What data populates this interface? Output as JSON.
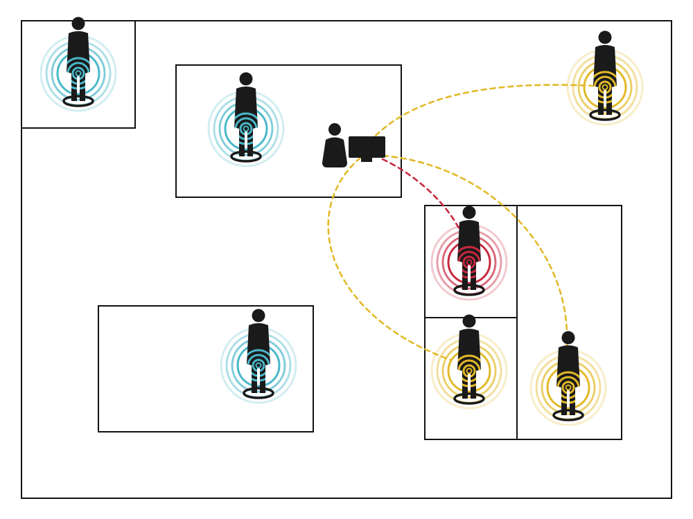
{
  "colors": {
    "background": "#ffffff",
    "outline": "#111111",
    "figure": "#1a1a1a",
    "normal": "#4ab7c9",
    "connected": "#e2b928",
    "alert": "#c8283e"
  },
  "floorplan": {
    "rooms": [
      "outer-boundary",
      "corner-room",
      "operator-room",
      "lower-left-room",
      "alert-room",
      "lower-middle-room",
      "right-room"
    ],
    "persons": [
      {
        "id": "person-corner-room",
        "status": "normal",
        "room": "corner-room"
      },
      {
        "id": "person-operator-room",
        "status": "normal",
        "room": "operator-room"
      },
      {
        "id": "person-top-right",
        "status": "connected",
        "room": "outer-boundary"
      },
      {
        "id": "person-alert-room",
        "status": "alert",
        "room": "alert-room"
      },
      {
        "id": "person-lower-left-room",
        "status": "normal",
        "room": "lower-left-room"
      },
      {
        "id": "person-lower-middle-room",
        "status": "connected",
        "room": "lower-middle-room"
      },
      {
        "id": "person-right-room",
        "status": "connected",
        "room": "right-room"
      }
    ],
    "operator_station": {
      "icons": [
        "operator-icon",
        "monitor-icon"
      ]
    },
    "links": [
      {
        "id": "link-top-right",
        "from": "monitor",
        "to": "person-top-right",
        "status": "connected"
      },
      {
        "id": "link-alert-room",
        "from": "monitor",
        "to": "person-alert-room",
        "status": "alert"
      },
      {
        "id": "link-right-room",
        "from": "monitor",
        "to": "person-right-room",
        "status": "connected"
      },
      {
        "id": "link-lower-middle-room",
        "from": "monitor",
        "to": "person-lower-middle-room",
        "status": "connected"
      }
    ]
  }
}
